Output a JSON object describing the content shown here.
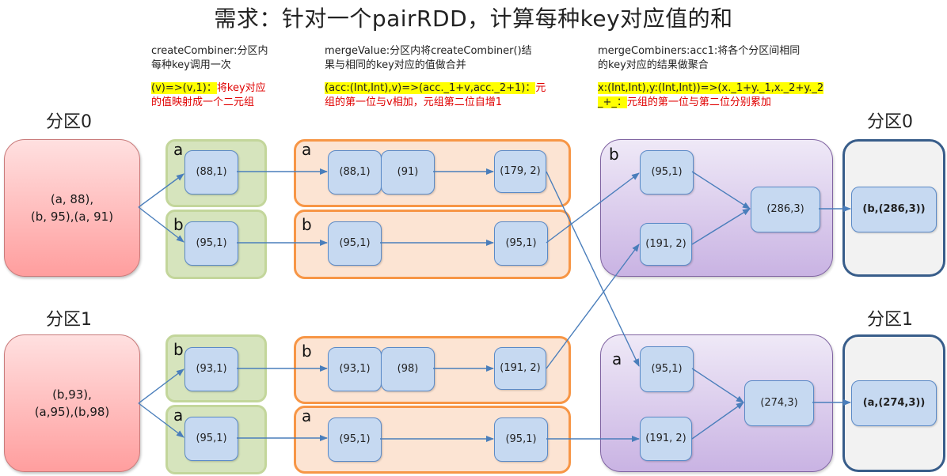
{
  "title": "需求：针对一个pairRDD，计算每种key对应值的和",
  "descriptions": {
    "createCombiner": {
      "line1": "createCombiner:分区内",
      "line2": "每种key调用一次",
      "code": "(v)=>(v,1)：",
      "note1": "将key对应",
      "note2": "的值映射成一个二元组"
    },
    "mergeValue": {
      "line1": "mergeValue:分区内将createCombiner()结",
      "line2": "果与相同的key对应的值做合并",
      "code": "(acc:(Int,Int),v)=>(acc._1+v,acc._2+1)：",
      "note1": "元",
      "note2": "组的第一位与v相加，元组第二位自增1"
    },
    "mergeCombiners": {
      "line1": "mergeCombiners:acc1:将各个分区间相同",
      "line2": "的key对应的结果做聚合",
      "code1": "x:(Int,Int),y:(Int,Int))=>(x._1+y._1,x._2+y._2",
      "code2": "_+_：",
      "note": "元组的第一位与第二位分别累加"
    }
  },
  "partitions": {
    "input0_label": "分区0",
    "input1_label": "分区1",
    "output0_label": "分区0",
    "output1_label": "分区1"
  },
  "inputs": [
    {
      "line1": "(a, 88),",
      "line2": "(b, 95),(a, 91)"
    },
    {
      "line1": "(b,93),",
      "line2": "(a,95),(b,98)"
    }
  ],
  "createCombiner_stage": [
    {
      "key": "a",
      "value": "(88,1)"
    },
    {
      "key": "b",
      "value": "(95,1)"
    },
    {
      "key": "b",
      "value": "(93,1)"
    },
    {
      "key": "a",
      "value": "(95,1)"
    }
  ],
  "mergeValue_stage": [
    {
      "key": "a",
      "first": "(88,1)",
      "second": "(91)",
      "result": "(179, 2)"
    },
    {
      "key": "b",
      "first": "(95,1)",
      "second": "",
      "result": "(95,1)"
    },
    {
      "key": "b",
      "first": "(93,1)",
      "second": "(98)",
      "result": "(191, 2)"
    },
    {
      "key": "a",
      "first": "(95,1)",
      "second": "",
      "result": "(95,1)"
    }
  ],
  "mergeCombiners_stage": [
    {
      "key": "b",
      "in1": "(95,1)",
      "in2": "(191, 2)",
      "result": "(286,3)"
    },
    {
      "key": "a",
      "in1": "(95,1)",
      "in2": "(191, 2)",
      "result": "(274,3)"
    }
  ],
  "outputs": [
    {
      "value": "(b,(286,3))"
    },
    {
      "value": "(a,(274,3))"
    }
  ],
  "colors": {
    "arrow": "#4a7ebb",
    "highlight": "#ffff00",
    "note_red": "#e00000",
    "node_fill": "#c6d9f1",
    "orange_border": "#f79646",
    "green_fill": "#d6e4bd",
    "final_border": "#385d8a"
  }
}
